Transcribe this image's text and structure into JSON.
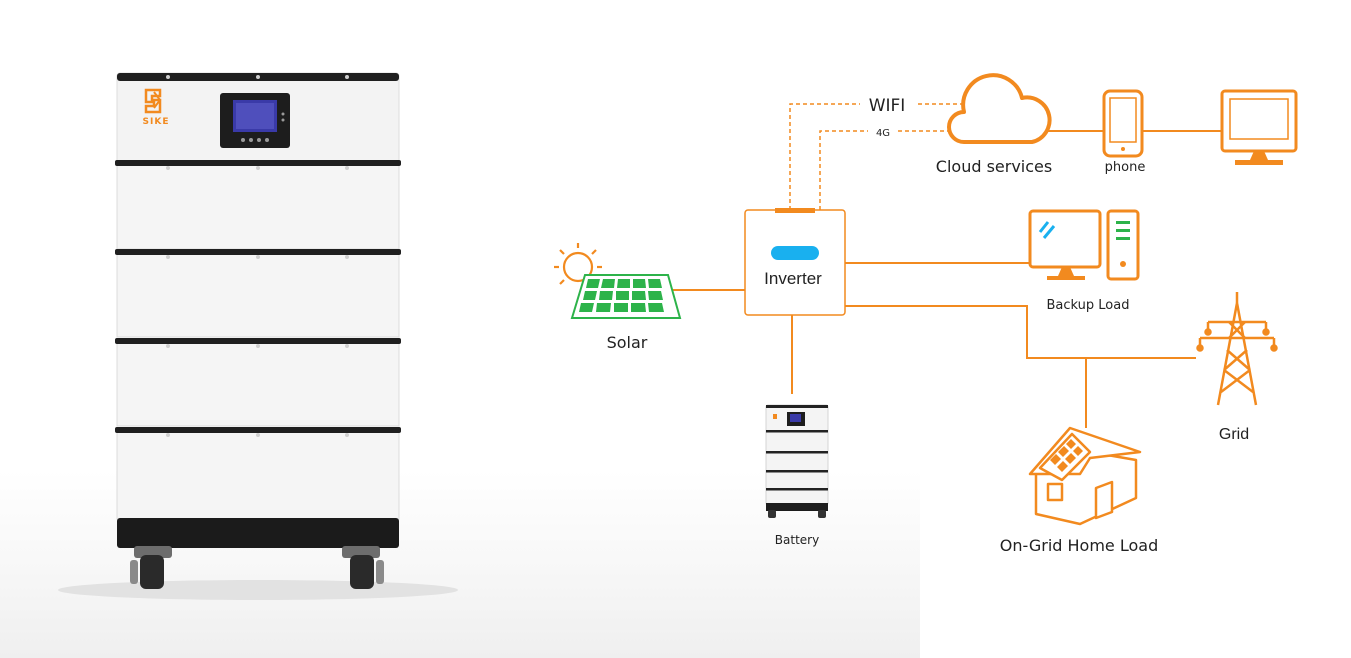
{
  "product": {
    "logo_text": "SIKE",
    "logo_mark": "S-K monogram"
  },
  "diagram": {
    "labels": {
      "wifi": "WIFI",
      "fourg": "4G",
      "cloud": "Cloud services",
      "phone": "phone",
      "inverter": "Inverter",
      "solar": "Solar",
      "backup_load": "Backup Load",
      "grid": "Grid",
      "battery": "Battery",
      "home_load": "On-Grid Home Load"
    }
  },
  "colors": {
    "accent": "#f28a1f",
    "solar_cell": "#2db34a",
    "inverter_led": "#19b0ef",
    "pc_led": "#2db34a",
    "battery_body": "#f4f4f4",
    "dark": "#1d1d1d"
  },
  "icons": [
    "cloud-icon",
    "phone-icon",
    "monitor-icon",
    "computer-icon",
    "sun-icon",
    "solar-panel-icon",
    "transmission-tower-icon",
    "house-icon",
    "battery-icon"
  ]
}
